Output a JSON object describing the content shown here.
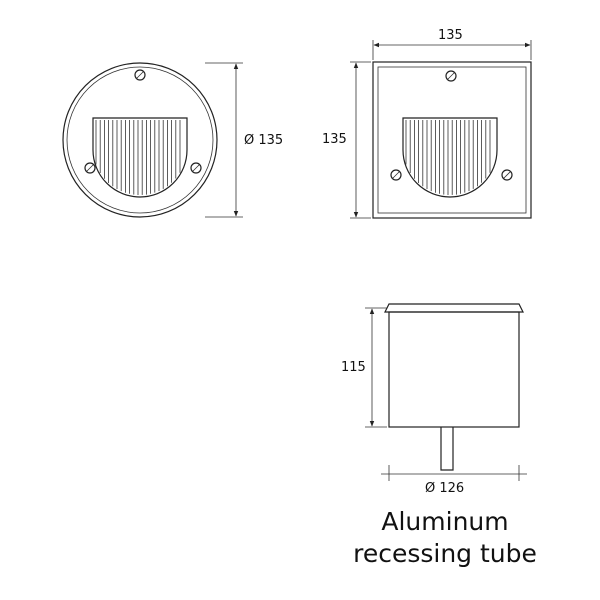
{
  "front_round_view": {
    "diameter_label": "Ø 135"
  },
  "front_square_view": {
    "width_label": "135",
    "height_label": "135"
  },
  "side_view": {
    "height_label": "115",
    "diameter_label": "Ø 126"
  },
  "caption": {
    "line1": "Aluminum",
    "line2": "recessing tube"
  }
}
